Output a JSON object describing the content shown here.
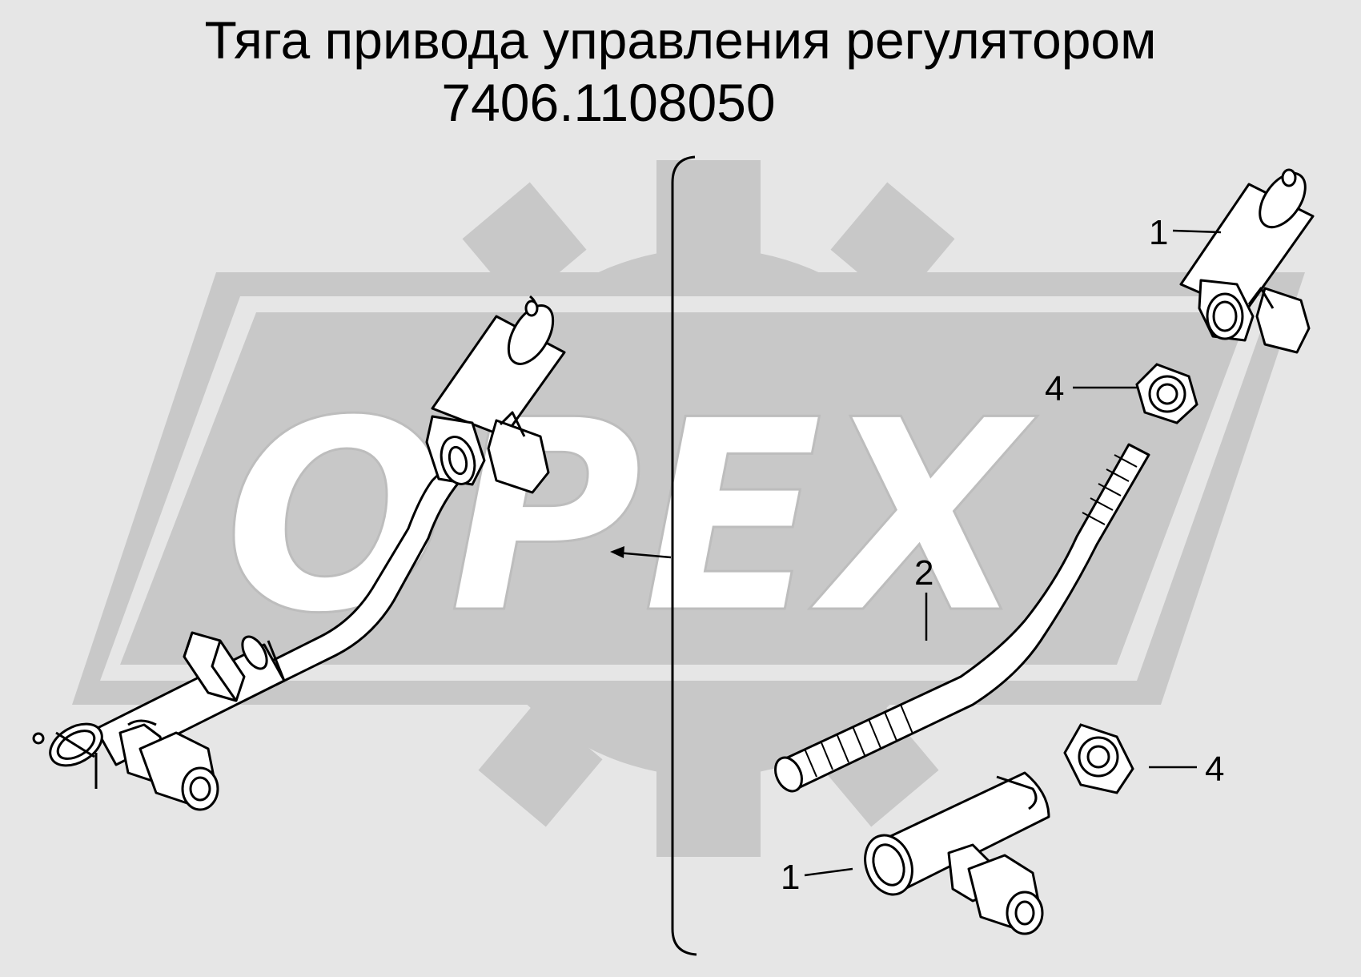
{
  "title": {
    "line1": "Тяга привода управления регулятором",
    "line2": "7406.1108050"
  },
  "watermark": {
    "text": "OPEX"
  },
  "callouts": [
    {
      "id": "c1-top",
      "label": "1"
    },
    {
      "id": "c4-top",
      "label": "4"
    },
    {
      "id": "c2",
      "label": "2"
    },
    {
      "id": "c4-bottom",
      "label": "4"
    },
    {
      "id": "c1-bottom",
      "label": "1"
    }
  ],
  "colors": {
    "background": "#e6e6e6",
    "watermark_gray": "#c8c8c8",
    "line": "#000000",
    "part_fill": "#ffffff"
  }
}
